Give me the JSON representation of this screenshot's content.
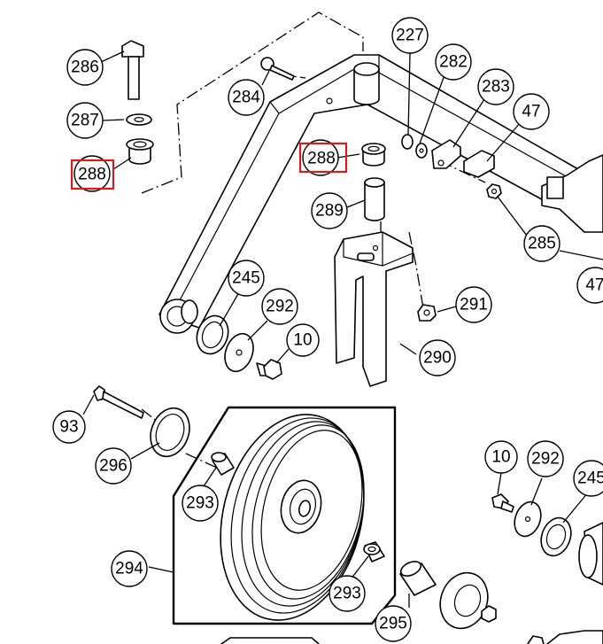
{
  "highlight_color": "#d81b1b",
  "callouts": [
    {
      "id": "c286",
      "label": "286",
      "highlight": false
    },
    {
      "id": "c287",
      "label": "287",
      "highlight": false
    },
    {
      "id": "c288a",
      "label": "288",
      "highlight": true
    },
    {
      "id": "c284",
      "label": "284",
      "highlight": false
    },
    {
      "id": "c227",
      "label": "227",
      "highlight": false
    },
    {
      "id": "c282",
      "label": "282",
      "highlight": false
    },
    {
      "id": "c283",
      "label": "283",
      "highlight": false
    },
    {
      "id": "c47a",
      "label": "47",
      "highlight": false
    },
    {
      "id": "c288b",
      "label": "288",
      "highlight": true
    },
    {
      "id": "c289",
      "label": "289",
      "highlight": false
    },
    {
      "id": "c285",
      "label": "285",
      "highlight": false
    },
    {
      "id": "c47b",
      "label": "47",
      "highlight": false
    },
    {
      "id": "c245a",
      "label": "245",
      "highlight": false
    },
    {
      "id": "c292a",
      "label": "292",
      "highlight": false
    },
    {
      "id": "c10a",
      "label": "10",
      "highlight": false
    },
    {
      "id": "c291",
      "label": "291",
      "highlight": false
    },
    {
      "id": "c290",
      "label": "290",
      "highlight": false
    },
    {
      "id": "c93",
      "label": "93",
      "highlight": false
    },
    {
      "id": "c296",
      "label": "296",
      "highlight": false
    },
    {
      "id": "c293a",
      "label": "293",
      "highlight": false
    },
    {
      "id": "c294",
      "label": "294",
      "highlight": false
    },
    {
      "id": "c293b",
      "label": "293",
      "highlight": false
    },
    {
      "id": "c295",
      "label": "295",
      "highlight": false
    },
    {
      "id": "c10b",
      "label": "10",
      "highlight": false
    },
    {
      "id": "c292b",
      "label": "292",
      "highlight": false
    },
    {
      "id": "c245b",
      "label": "245",
      "highlight": false
    }
  ]
}
